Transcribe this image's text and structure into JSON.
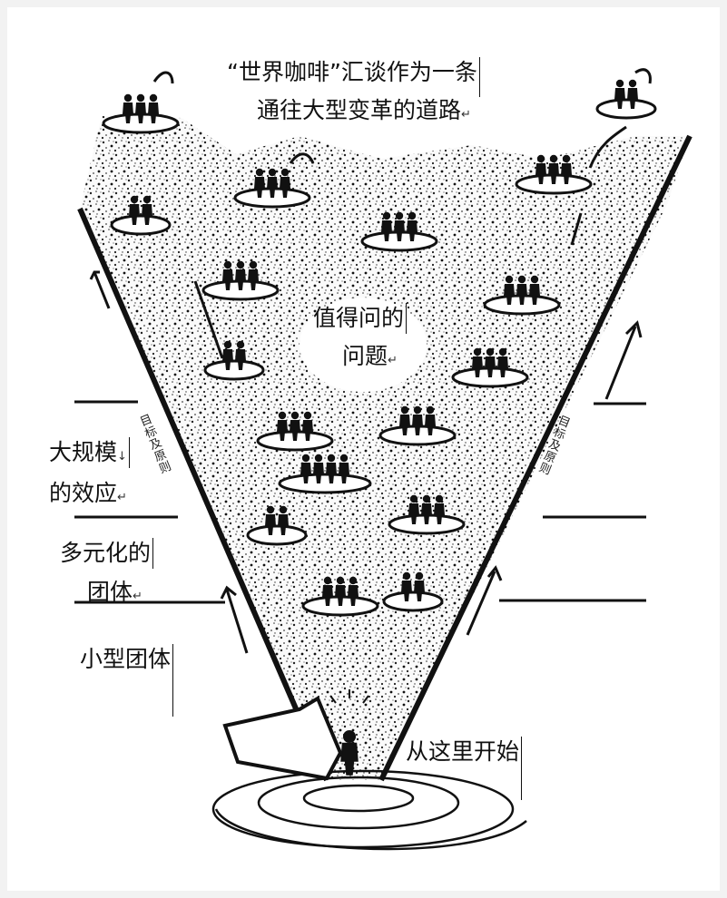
{
  "title": {
    "line1": "“世界咖啡”汇谈作为一条",
    "line2": "通往大型变革的道路"
  },
  "center_question": {
    "line1": "值得问的",
    "line2": "问题"
  },
  "levels": {
    "large_scale": {
      "line1": "大规模",
      "line2": "的效应"
    },
    "diverse_groups": {
      "line1": "多元化的",
      "line2": "团体"
    },
    "small_groups": "小型团体"
  },
  "start_label": "从这里开始",
  "side_label_left": "目标及原则",
  "side_label_right": "目标及原则",
  "colors": {
    "ink": "#111111",
    "paper": "#ffffff",
    "background": "#f2f2f2"
  }
}
